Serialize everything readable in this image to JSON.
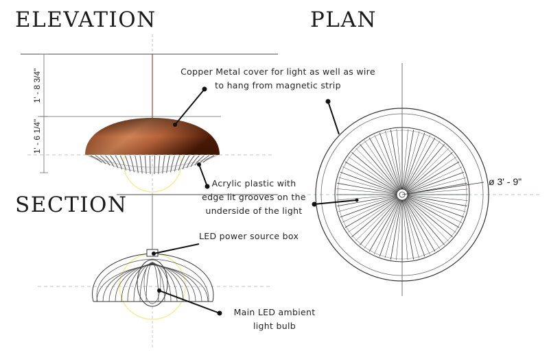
{
  "titles": {
    "elevation": "ELEVATION",
    "plan": "PLAN",
    "section": "SECTION"
  },
  "dimensions": {
    "upper": "1' - 8 3/4\"",
    "lower": "1' - 6 1/4\"",
    "diameter": "ø 3' - 9\""
  },
  "callouts": {
    "copper": [
      "Copper Metal cover for light as well as wire",
      "to hang from magnetic strip"
    ],
    "acrylic": [
      "Acrylic plastic with",
      "edge lit grooves on the",
      "underside of the light"
    ],
    "led_box": "LED power source box",
    "led_bulb": [
      "Main LED ambient",
      "light bulb"
    ]
  },
  "colors": {
    "copper_dark": "#5a1f08",
    "copper_mid": "#b45a2e",
    "copper_light": "#d88a5c",
    "glow": "#f2ef9a",
    "line": "#333333",
    "guide": "#9db3b8"
  }
}
